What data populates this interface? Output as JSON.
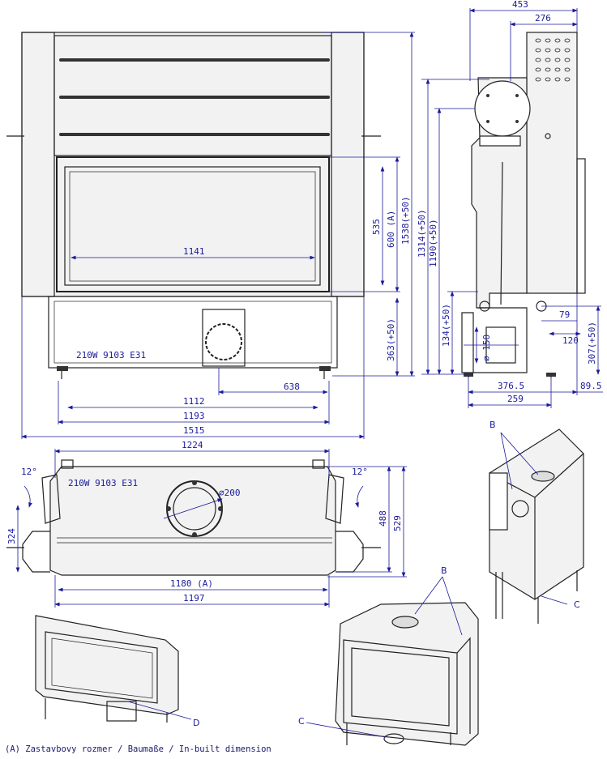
{
  "front_view": {
    "dims": {
      "d1141": "1141",
      "d1112": "1112",
      "d1193": "1193",
      "d1515": "1515",
      "d638": "638",
      "d535": "535",
      "d600A": "600 (A)",
      "d1538": "1538(+50)",
      "d363": "363(+50)"
    },
    "plate": "210W 9103 E31"
  },
  "side_view": {
    "dims": {
      "d453": "453",
      "d276": "276",
      "d1314": "1314(+50)",
      "d1190": "1190(+50)",
      "d134": "134(+50)",
      "d150": "⌀ 150",
      "d79": "79",
      "d120": "120",
      "d307": "307(+50)",
      "d376": "376.5",
      "d89": "89.5",
      "d259": "259"
    }
  },
  "top_view": {
    "dims": {
      "d1224": "1224",
      "d200": "⌀200",
      "d12l": "12°",
      "d12r": "12°",
      "d324": "324",
      "d488": "488",
      "d529": "529",
      "d1180": "1180 (A)",
      "d1197": "1197"
    },
    "plate": "210W 9103 E31"
  },
  "callouts": {
    "B1": "B",
    "B2": "B",
    "C1": "C",
    "C2": "C",
    "D": "D"
  },
  "footnote": {
    "line1": "(A)  Zastavbovy rozmer / Baumaße / In-built dimension"
  }
}
